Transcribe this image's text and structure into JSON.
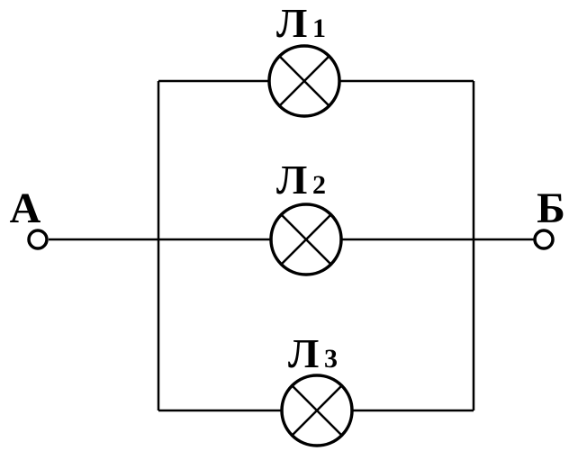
{
  "terminals": {
    "left": {
      "label": "А"
    },
    "right": {
      "label": "Б"
    }
  },
  "lamps": [
    {
      "letter": "Л",
      "index": "1"
    },
    {
      "letter": "Л",
      "index": "2"
    },
    {
      "letter": "Л",
      "index": "3"
    }
  ],
  "colors": {
    "line": "#000000",
    "background": "#ffffff"
  }
}
